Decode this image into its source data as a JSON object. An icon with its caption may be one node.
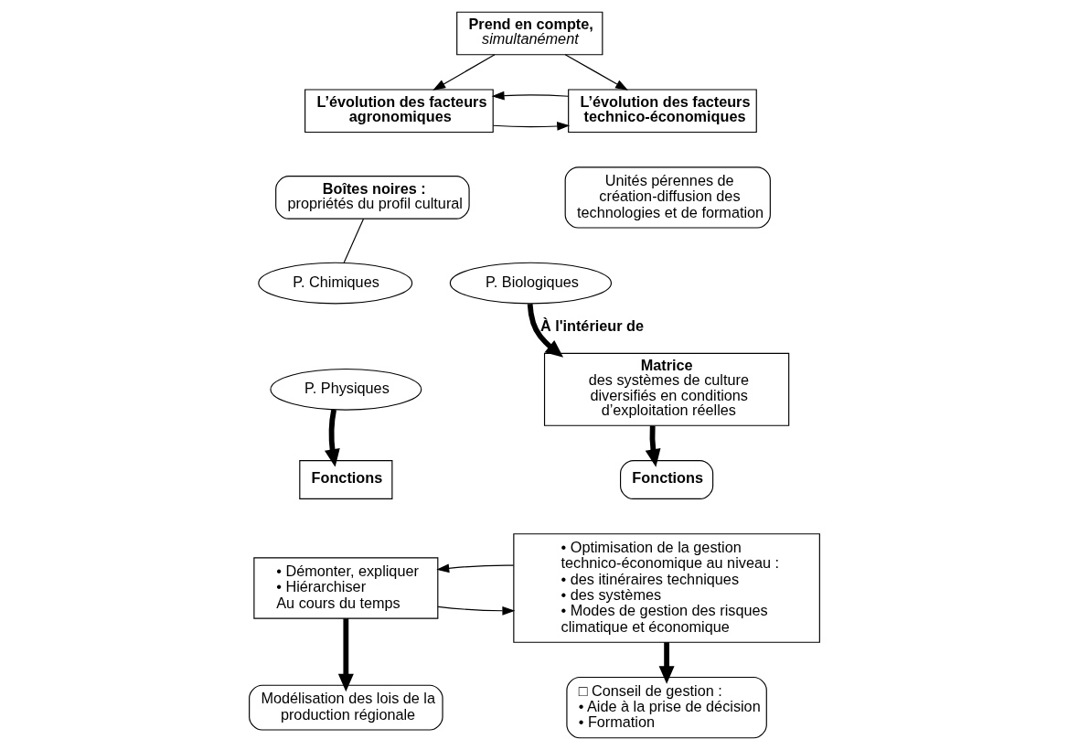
{
  "diagram": {
    "nodes": [
      {
        "text": [
          "Prend en compte,",
          "simultanément"
        ]
      },
      {
        "text": [
          "L’évolution des facteurs agronomiques"
        ]
      },
      {
        "text": [
          "L’évolution des facteurs technico-économiques"
        ]
      },
      {
        "text": [
          "Boîtes noires :",
          "propriétés du profil cultural"
        ]
      },
      {
        "text": [
          "Unités pérennes de création-diffusion des technologies et de formation"
        ]
      },
      {
        "text": [
          "P. Chimiques"
        ]
      },
      {
        "text": [
          "P. Biologiques"
        ]
      },
      {
        "text": [
          "P. Physiques"
        ]
      },
      {
        "text": [
          "Matrice",
          "des systèmes de culture diversifiés en conditions d’exploitation réelles"
        ]
      },
      {
        "text": [
          "Fonctions"
        ]
      },
      {
        "text": [
          "Fonctions"
        ]
      },
      {
        "text": [
          "• Démonter, expliquer",
          "• Hiérarchiser",
          "Au cours du temps"
        ]
      },
      {
        "text": [
          "• Optimisation de la gestion technico-économique au niveau :",
          "• des itinéraires techniques",
          "• des systèmes",
          "• Modes de gestion des risques climatique et économique"
        ]
      },
      {
        "text": [
          "Modélisation des lois de la production régionale"
        ]
      },
      {
        "text": [
          "□ Conseil de gestion :",
          "• Aide à la prise de décision",
          "• Formation"
        ]
      }
    ],
    "edges": [
      {
        "from": 0,
        "to": 1,
        "arrow": "to"
      },
      {
        "from": 0,
        "to": 2,
        "arrow": "to"
      },
      {
        "from": 1,
        "to": 2,
        "arrow": "to"
      },
      {
        "from": 2,
        "to": 1,
        "arrow": "to"
      },
      {
        "from": 3,
        "to": 5,
        "arrow": "none"
      },
      {
        "from": 6,
        "to": 8,
        "arrow": "to",
        "label": "À l'intérieur de",
        "style": "thick"
      },
      {
        "from": 7,
        "to": 9,
        "arrow": "to",
        "style": "thick"
      },
      {
        "from": 8,
        "to": 10,
        "arrow": "to",
        "style": "thick"
      },
      {
        "from": 11,
        "to": 12,
        "arrow": "to"
      },
      {
        "from": 12,
        "to": 11,
        "arrow": "to"
      },
      {
        "from": 11,
        "to": 13,
        "arrow": "to",
        "style": "thick"
      },
      {
        "from": 12,
        "to": 14,
        "arrow": "to",
        "style": "thick"
      }
    ]
  }
}
